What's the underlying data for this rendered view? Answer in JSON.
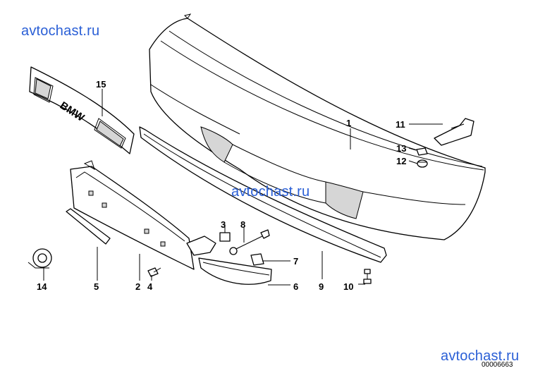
{
  "watermarks": [
    "avtochast.ru",
    "avtochast.ru",
    "avtochast.ru"
  ],
  "diagram_number": "00006663",
  "emblem_text": "BMW",
  "callouts": [
    "1",
    "2",
    "3",
    "4",
    "5",
    "6",
    "7",
    "8",
    "9",
    "10",
    "11",
    "12",
    "13",
    "14",
    "15"
  ],
  "colors": {
    "watermark": "#2a5fd6",
    "line": "#000000",
    "shade": "#d6d6d6"
  }
}
